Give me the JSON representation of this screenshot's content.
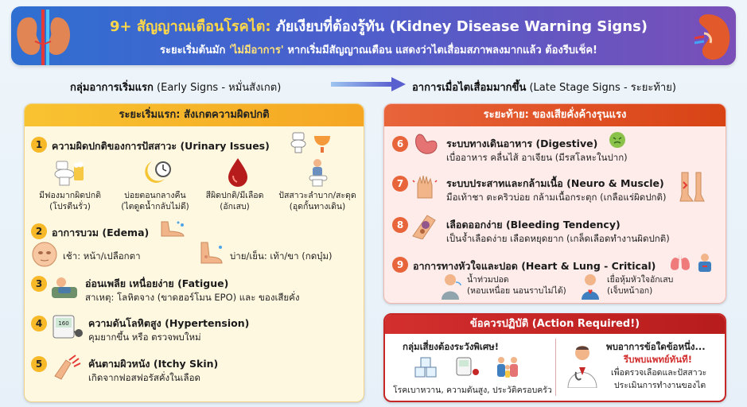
{
  "header": {
    "title_prefix": "9+ สัญญาณเตือนโรคไต:",
    "title_main": " ภัยเงียบที่ต้องรู้ทัน (Kidney Disease Warning Signs)",
    "subtitle_a": "ระยะเริ่มต้นมัก ",
    "subtitle_quote": "'ไม่มีอาการ'",
    "subtitle_b": " หากเริ่มมีสัญญาณเตือน แสดงว่าไตเสื่อมสภาพลงมากแล้ว ต้องรีบเช็ค!"
  },
  "phases": {
    "early_main": "กลุ่มอาการเริ่มแรก",
    "early_sub": " (Early Signs - หมั่นสังเกต)",
    "late_main": "อาการเมื่อไตเสื่อมมากขึ้น",
    "late_sub": " (Late Stage Signs - ระยะท้าย)"
  },
  "early": {
    "header": "ระยะเริ่มแรก: สังเกตความผิดปกติ",
    "items": [
      {
        "num": "1",
        "title": "ความผิดปกติของการปัสสาวะ (Urinary Issues)",
        "subs": [
          {
            "line1": "มีฟองมากผิดปกติ",
            "line2": "(โปรตีนรั่ว)"
          },
          {
            "line1": "บ่อยตอนกลางคืน",
            "line2": "(ไตดูดน้ำกลับไม่ดี)"
          },
          {
            "line1": "สีผิดปกติ/มีเลือด",
            "line2": "(อักเสบ)"
          },
          {
            "line1": "ปัสสาวะลำบาก/สะดุด",
            "line2": "(อุดกั้นทางเดิน)"
          }
        ]
      },
      {
        "num": "2",
        "title": "อาการบวม (Edema)",
        "morning": "เช้า: หน้า/เปลือกตา",
        "evening": "บ่าย/เย็น: เท้า/ขา (กดบุ๋ม)"
      },
      {
        "num": "3",
        "title": "อ่อนเพลีย เหนื่อยง่าย (Fatigue)",
        "desc": "สาเหตุ: โลหิตจาง (ขาดฮอร์โมน EPO) และ ของเสียคั่ง"
      },
      {
        "num": "4",
        "title": "ความดันโลหิตสูง (Hypertension)",
        "desc": "คุมยากขึ้น หรือ ตรวจพบใหม่",
        "bp_value": "160"
      },
      {
        "num": "5",
        "title": "คันตามผิวหนัง (Itchy Skin)",
        "desc": "เกิดจากฟอสฟอรัสคั่งในเลือด"
      }
    ]
  },
  "late": {
    "header": "ระยะท้าย: ของเสียคั่งค้างรุนแรง",
    "items": [
      {
        "num": "6",
        "title": "ระบบทางเดินอาหาร (Digestive)",
        "desc": "เบื่ออาหาร คลื่นไส้ อาเจียน (มีรสโลหะในปาก)"
      },
      {
        "num": "7",
        "title": "ระบบประสาทและกล้ามเนื้อ (Neuro & Muscle)",
        "desc": "มือเท้าชา ตะคริวบ่อย กล้ามเนื้อกระตุก (เกลือแร่ผิดปกติ)"
      },
      {
        "num": "8",
        "title": "เลือดออกง่าย (Bleeding Tendency)",
        "desc": "เป็นจ้ำเลือดง่าย เลือดหยุดยาก (เกล็ดเลือดทำงานผิดปกติ)"
      },
      {
        "num": "9",
        "title": "อาการทางหัวใจและปอด (Heart & Lung - Critical)",
        "lung_1": "น้ำท่วมปอด",
        "lung_2": "(หอบเหนื่อย นอนราบไม่ได้)",
        "heart_1": "เยื่อหุ้มหัวใจอักเสบ",
        "heart_2": "(เจ็บหน้าอก)"
      }
    ]
  },
  "action": {
    "header": "ข้อควรปฏิบัติ (Action Required!)",
    "risk_title": "กลุ่มเสี่ยงต้องระวังพิเศษ!",
    "risk_desc": "โรคเบาหวาน, ความดันสูง, ประวัติครอบครัว",
    "doctor_title": "พบอาการข้อใดข้อหนึ่ง...",
    "doctor_cta": "รีบพบแพทย์ทันที!",
    "doctor_desc_1": "เพื่อตรวจเลือดและปัสสาวะ",
    "doctor_desc_2": "ประเมินการทำงานของไต"
  },
  "colors": {
    "early_accent": "#f7b928",
    "late_accent": "#e8643a",
    "action_red": "#c62828",
    "banner_start": "#2f6fd1",
    "banner_end": "#7a4fb8"
  }
}
